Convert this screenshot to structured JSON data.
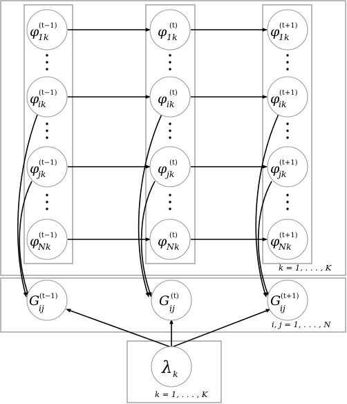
{
  "symbols": {
    "phi": "φ",
    "G": "G",
    "lambda": "λ",
    "lambda_sub": "k",
    "G_sub": "ij"
  },
  "time_columns": [
    {
      "sup": "(t−1)"
    },
    {
      "sup": "(t)"
    },
    {
      "sup": "(t+1)"
    }
  ],
  "phi_rows": [
    {
      "sub": "1k"
    },
    {
      "sub": "ik"
    },
    {
      "sub": "jk"
    },
    {
      "sub": "Nk"
    }
  ],
  "plate_labels": {
    "k_plate": "k = 1, . . . , K",
    "ij_plate": "i, j = 1, . . . , N",
    "lambda_plate": "k = 1, . . . , K"
  },
  "colors": {
    "plate_outline": "#8a8a8a",
    "node_outline": "#9a9a9a",
    "edge": "#000000"
  }
}
